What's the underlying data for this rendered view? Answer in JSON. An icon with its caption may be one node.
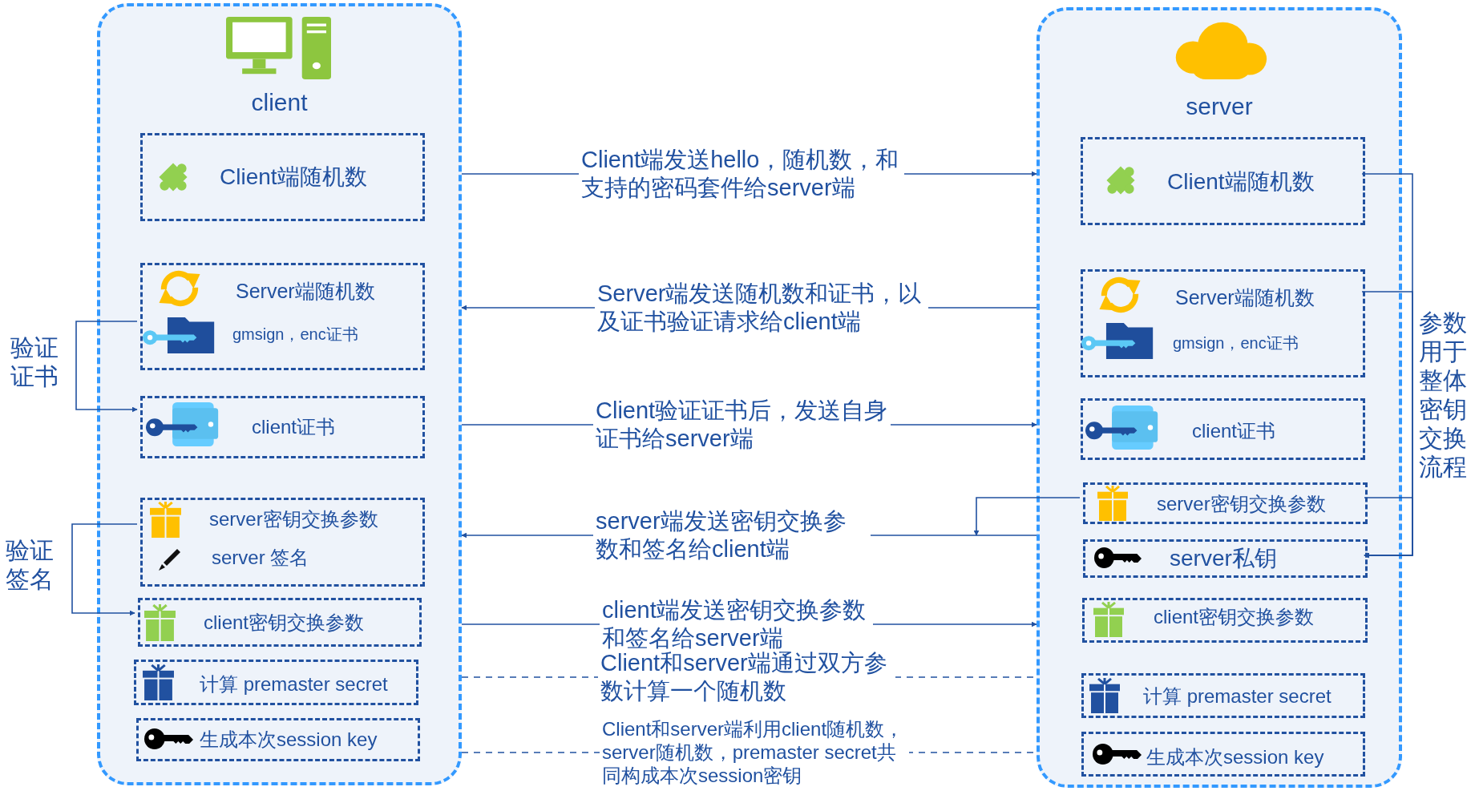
{
  "diagram": {
    "nodes": [
      {
        "text": [
          "client"
        ]
      },
      {
        "text": [
          "Client端随机数"
        ],
        "in": 0
      },
      {
        "text": [
          "Server端随机数",
          "gmsign，enc证书"
        ],
        "in": 0
      },
      {
        "text": [
          "client证书"
        ],
        "in": 0
      },
      {
        "text": [
          "server密钥交换参数",
          "server 签名"
        ],
        "in": 0
      },
      {
        "text": [
          "client密钥交换参数"
        ],
        "in": 0
      },
      {
        "text": [
          "计算 premaster secret"
        ],
        "in": 0
      },
      {
        "text": [
          "生成本次session key"
        ],
        "in": 0
      },
      {
        "text": [
          "server"
        ]
      },
      {
        "text": [
          "Client端随机数"
        ],
        "in": 8
      },
      {
        "text": [
          "Server端随机数",
          "gmsign，enc证书"
        ],
        "in": 8
      },
      {
        "text": [
          "client证书"
        ],
        "in": 8
      },
      {
        "text": [
          "server密钥交换参数"
        ],
        "in": 8
      },
      {
        "text": [
          "server私钥"
        ],
        "in": 8
      },
      {
        "text": [
          "client密钥交换参数"
        ],
        "in": 8
      },
      {
        "text": [
          "计算 premaster secret"
        ],
        "in": 8
      },
      {
        "text": [
          "生成本次session key"
        ],
        "in": 8
      }
    ],
    "edges": [
      {
        "from": 0,
        "to": 8,
        "arrow": "to",
        "label": "Client端发送hello，随机数，和支持的密码套件给server端"
      },
      {
        "from": 8,
        "to": 0,
        "arrow": "to",
        "label": "Server端发送随机数和证书，以及证书验证请求给client端"
      },
      {
        "from": 0,
        "to": 8,
        "arrow": "to",
        "label": "Client验证证书后，发送自身证书给server端"
      },
      {
        "from": 8,
        "to": 0,
        "arrow": "to",
        "label": "server端发送密钥交换参数和签名给client端"
      },
      {
        "from": 0,
        "to": 8,
        "arrow": "to",
        "label": "client端发送密钥交换参数和签名给server端"
      },
      {
        "from": 0,
        "to": 8,
        "arrow": "none",
        "style": "dashed",
        "label": "Client和server端通过双方参数计算一个随机数"
      },
      {
        "from": 0,
        "to": 8,
        "arrow": "none",
        "style": "dashed",
        "label": "Client和server端利用client随机数，server随机数，premaster secret共同构成本次session密钥"
      },
      {
        "from": 2,
        "to": 3,
        "arrow": "to",
        "label": "验证证书"
      },
      {
        "from": 4,
        "to": 5,
        "arrow": "to",
        "label": "验证签名"
      },
      {
        "from": 9,
        "to": 13,
        "arrow": "to"
      },
      {
        "from": 10,
        "to": 13,
        "arrow": "to"
      },
      {
        "from": 12,
        "to": 13,
        "arrow": "to"
      },
      {
        "from": 12,
        "to": null,
        "arrow": "to"
      }
    ],
    "labels": [
      "参数用于整体密钥交换流程"
    ]
  }
}
